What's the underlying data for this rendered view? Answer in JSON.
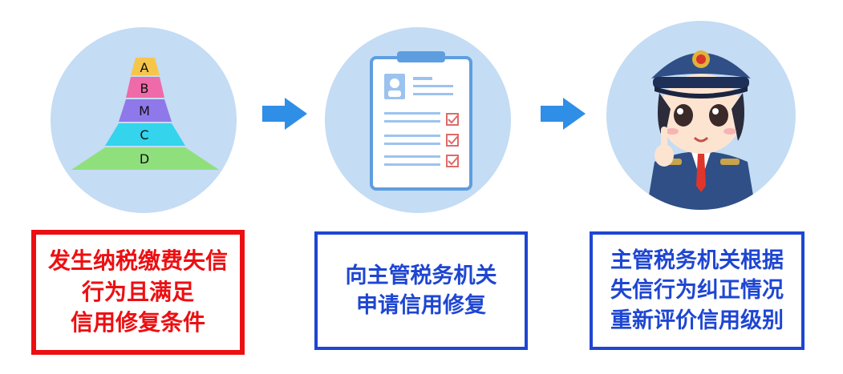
{
  "step1": {
    "pyramid_levels": [
      "A",
      "B",
      "M",
      "C",
      "D"
    ],
    "lines": [
      "发生纳税缴费失信",
      "行为且满足",
      "信用修复条件"
    ]
  },
  "step2": {
    "lines": [
      "向主管税务机关",
      "申请信用修复"
    ]
  },
  "step3": {
    "lines": [
      "主管税务机关根据",
      "失信行为纠正情况",
      "重新评价信用级别"
    ]
  },
  "colors": {
    "circle": "#c4dcf4",
    "arrow": "#2f8ee6",
    "red": "#ec0f12",
    "blue": "#1e46d2"
  },
  "icons": {
    "step1": "credit-pyramid-icon",
    "step2": "application-form-icon",
    "step3": "tax-officer-avatar"
  }
}
